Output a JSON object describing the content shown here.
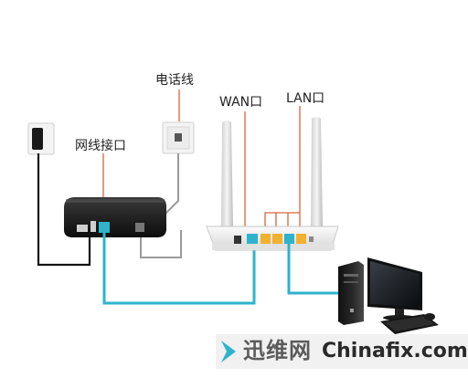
{
  "labels": {
    "phone_line": "电话线",
    "network_port": "网线接口",
    "wan_port": "WAN口",
    "lan_port": "LAN口"
  },
  "watermark": {
    "name_cn": "迅维网",
    "name_en": "Chinafix.com"
  },
  "colors": {
    "ethernet_cable": "#2eb3cb",
    "lan_highlight": "#d8643c",
    "black_cable": "#111111",
    "gray_cable": "#9a9a9a"
  }
}
